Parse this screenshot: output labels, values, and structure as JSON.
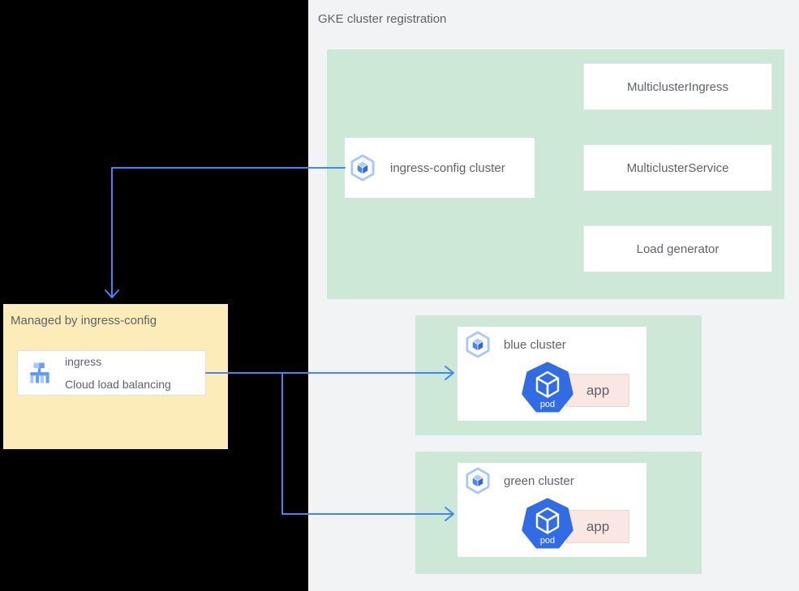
{
  "header": {
    "title": "GKE cluster registration"
  },
  "registration_panel": {
    "config_cluster_label": "ingress-config cluster",
    "resources": [
      {
        "label": "MulticlusterIngress"
      },
      {
        "label": "MulticlusterService"
      },
      {
        "label": "Load generator"
      }
    ]
  },
  "managed_panel": {
    "title": "Managed by ingress-config",
    "ingress_card": {
      "title": "ingress",
      "subtitle": "Cloud load balancing"
    }
  },
  "clusters": [
    {
      "name": "blue cluster",
      "pod_label": "pod",
      "app_label": "app"
    },
    {
      "name": "green cluster",
      "pod_label": "pod",
      "app_label": "app"
    }
  ],
  "icons": {
    "gke_cluster": "gke-hexagon-cube-icon",
    "load_balancer": "cloud-load-balancing-tree-icon",
    "pod": "kubernetes-pod-heptagon-icon"
  },
  "colors": {
    "background_gray": "#F1F3F4",
    "black_region": "#000000",
    "panel_green": "#CDE8D6",
    "panel_yellow": "#FCECBA",
    "card_white": "#FFFFFF",
    "app_pink": "#FAE6E3",
    "arrow_blue": "#4285F4",
    "icon_light_blue": "#A8C7FA",
    "pod_blue": "#326CE5",
    "text_gray": "#5F6368"
  }
}
